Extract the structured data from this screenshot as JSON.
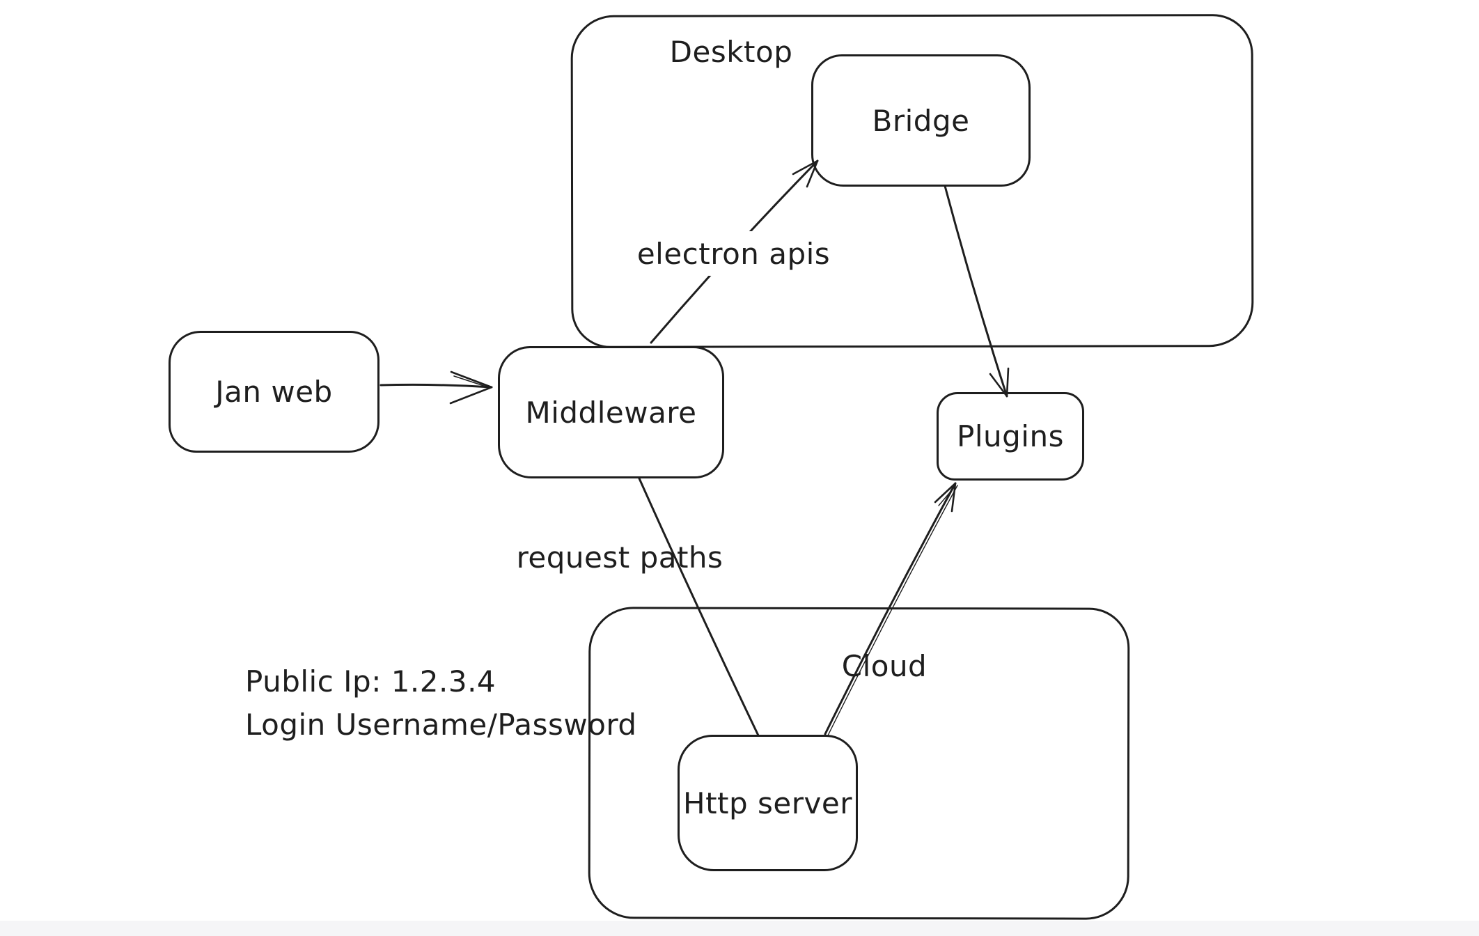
{
  "canvas": {
    "background": "#ffffff",
    "stroke_color": "#1e1e1e"
  },
  "containers": {
    "desktop": {
      "label": "Desktop"
    },
    "cloud": {
      "label": "Cloud"
    }
  },
  "nodes": {
    "jan_web": {
      "label": "Jan web"
    },
    "middleware": {
      "label": "Middleware"
    },
    "bridge": {
      "label": "Bridge"
    },
    "plugins": {
      "label": "Plugins"
    },
    "http_server": {
      "label": "Http server"
    }
  },
  "edges": [
    {
      "from": "jan_web",
      "to": "middleware",
      "label": ""
    },
    {
      "from": "middleware",
      "to": "bridge",
      "label": "electron apis"
    },
    {
      "from": "bridge",
      "to": "plugins",
      "label": ""
    },
    {
      "from": "middleware",
      "to": "http_server",
      "label": "request paths"
    },
    {
      "from": "http_server",
      "to": "plugins",
      "label": ""
    }
  ],
  "annotations": {
    "public_ip": "Public Ip: 1.2.3.4",
    "login": "Login Username/Password"
  }
}
